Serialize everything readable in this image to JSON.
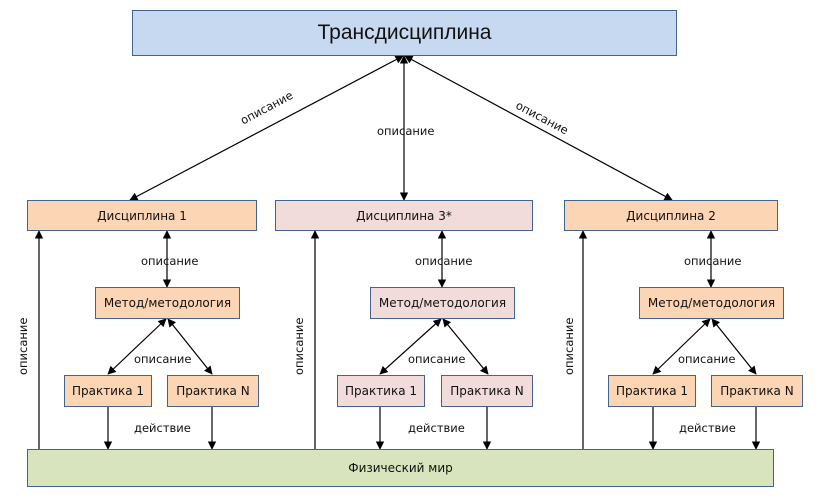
{
  "diagram": {
    "top": {
      "label": "Трансдисциплина",
      "color": "#c6d9f1"
    },
    "physical_world": {
      "label": "Физический мир",
      "color": "#d7e4bd"
    },
    "colors": {
      "orange": "#fcd5b4",
      "pink": "#f2dcdb",
      "border": "#41658f"
    },
    "top_edge_labels": [
      "описание",
      "описание",
      "описание"
    ],
    "columns": [
      {
        "discipline": "Дисциплина 1",
        "method": "Метод/методология",
        "practice_1": "Практика 1",
        "practice_n": "Практика N",
        "desc_disc_method": "описание",
        "desc_method_practice": "описание",
        "action": "действие",
        "side_desc": "описание"
      },
      {
        "discipline": "Дисциплина 3*",
        "method": "Метод/методология",
        "practice_1": "Практика 1",
        "practice_n": "Практика N",
        "desc_disc_method": "описание",
        "desc_method_practice": "описание",
        "action": "действие",
        "side_desc": "описание"
      },
      {
        "discipline": "Дисциплина 2",
        "method": "Метод/методология",
        "practice_1": "Практика 1",
        "practice_n": "Практика N",
        "desc_disc_method": "описание",
        "desc_method_practice": "описание",
        "action": "действие",
        "side_desc": "описание"
      }
    ]
  }
}
